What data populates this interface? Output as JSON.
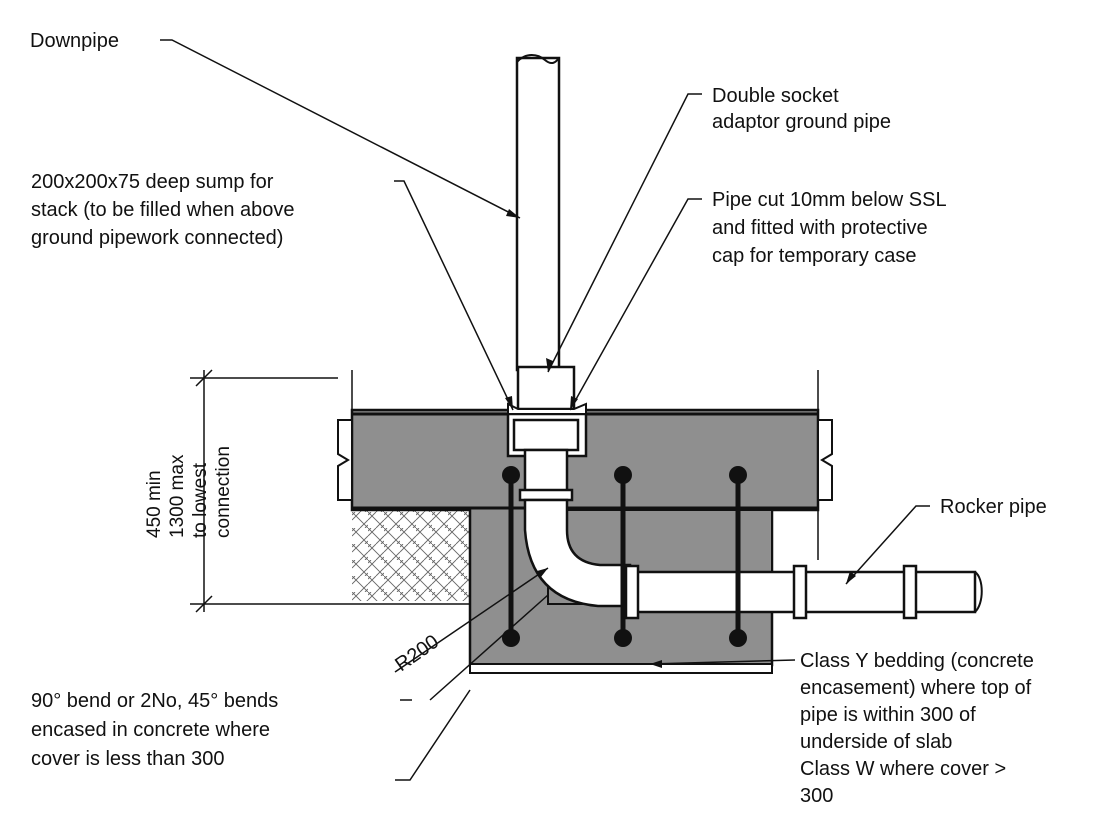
{
  "colors": {
    "concrete": "#8f8f8f",
    "line": "#111111",
    "background": "#ffffff",
    "pipe": "#ffffff"
  },
  "labels": {
    "downpipe": [
      "Downpipe"
    ],
    "socket": [
      "Double socket",
      "adaptor ground pipe"
    ],
    "sump": [
      "200x200x75 deep sump for",
      "stack (to be filled when above",
      "ground pipework connected)"
    ],
    "pipe_cut": [
      "Pipe cut 10mm below SSL",
      "and fitted with protective",
      "cap for temporary case"
    ],
    "rocker": [
      "Rocker pipe"
    ],
    "radius": [
      "R200"
    ],
    "bend": [
      "90° bend or 2No, 45° bends",
      "encased in concrete where",
      "cover is less than 300"
    ],
    "bedding": [
      "Class Y bedding (concrete",
      "encasement) where top of",
      "pipe is within 300 of",
      "underside of slab",
      "Class W where cover >",
      "300"
    ],
    "dimension": [
      "450 min",
      "1300 max",
      "to lowest",
      "connection"
    ]
  }
}
